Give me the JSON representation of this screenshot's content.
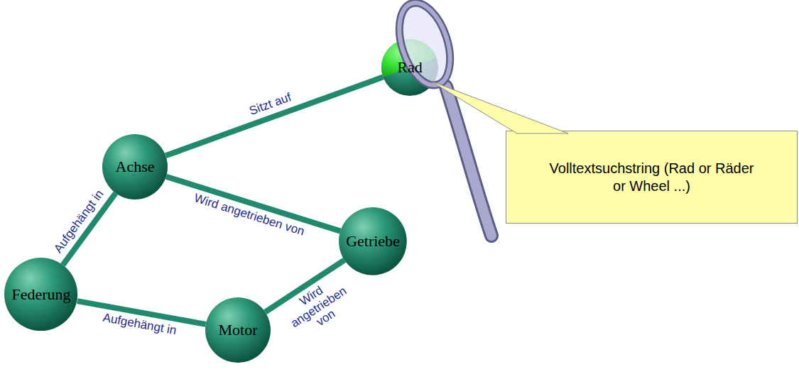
{
  "diagram": {
    "nodes": [
      {
        "text": [
          "Rad"
        ]
      },
      {
        "text": [
          "Achse"
        ]
      },
      {
        "text": [
          "Getriebe"
        ]
      },
      {
        "text": [
          "Federung"
        ]
      },
      {
        "text": [
          "Motor"
        ]
      },
      {
        "text": [
          "Volltextsuchstring (Rad or Räder or Wheel ...)"
        ]
      }
    ],
    "edges": [
      {
        "from": 1,
        "to": 0,
        "arrow": "none",
        "label": "Sitzt auf"
      },
      {
        "from": 1,
        "to": 3,
        "arrow": "none",
        "label": "Aufgehängt in"
      },
      {
        "from": 1,
        "to": 2,
        "arrow": "none",
        "label": "Wird angetrieben von"
      },
      {
        "from": 4,
        "to": 2,
        "arrow": "none",
        "label": "Wird angetrieben von"
      },
      {
        "from": 3,
        "to": 4,
        "arrow": "none",
        "label": "Aufgehängt in"
      }
    ]
  }
}
